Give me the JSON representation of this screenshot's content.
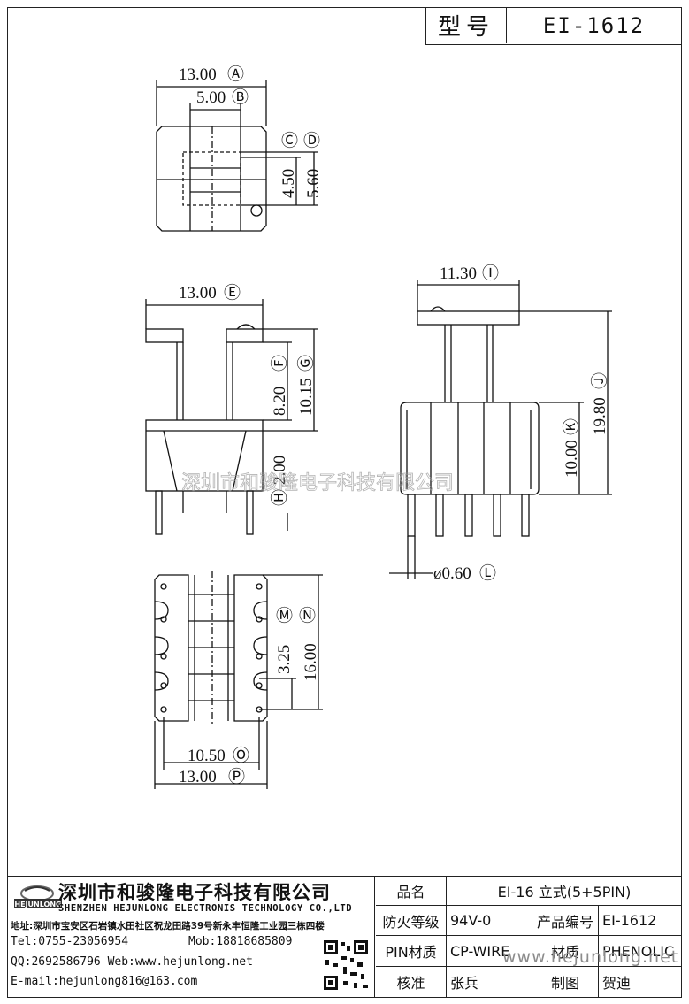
{
  "header": {
    "model_label": "型号",
    "model_value": "EI-1612"
  },
  "dimensions": {
    "A": "13.00",
    "A_mark": "Ⓐ",
    "B": "5.00",
    "B_mark": "Ⓑ",
    "C_mark": "Ⓒ",
    "D_mark": "Ⓓ",
    "C": "4.50",
    "D": "5.60",
    "E": "13.00",
    "E_mark": "Ⓔ",
    "F": "8.20",
    "F_mark": "Ⓕ",
    "G": "10.15",
    "G_mark": "Ⓖ",
    "H": "2.00",
    "H_mark": "Ⓗ",
    "I": "11.30",
    "I_mark": "Ⓘ",
    "J": "19.80",
    "J_mark": "Ⓙ",
    "K": "10.00",
    "K_mark": "Ⓚ",
    "L": "ø0.60",
    "L_mark": "Ⓛ",
    "M": "3.25",
    "M_mark": "Ⓜ",
    "N": "16.00",
    "N_mark": "Ⓝ",
    "O": "10.50",
    "O_mark": "Ⓞ",
    "P": "13.00",
    "P_mark": "Ⓟ"
  },
  "watermark": "深圳市和骏隆电子科技有限公司",
  "company": {
    "logo_text": "HEJUNLONG",
    "name_cn": "深圳市和骏隆电子科技有限公司",
    "name_en": "SHENZHEN HEJUNLONG ELECTRONIS TECHNOLOGY CO.,LTD",
    "address": "地址:深圳市宝安区石岩镇水田社区祝龙田路39号新永丰恒隆工业园三栋四楼",
    "tel": "Tel:0755-23056954",
    "mob": "Mob:18818685809",
    "qq_web": "QQ:2692586796 Web:www.hejunlong.net",
    "email": "E-mail:hejunlong816@163.com"
  },
  "title_block": {
    "product_name_label": "品名",
    "product_name": "EI-16 立式(5+5PIN)",
    "fire_label": "防火等级",
    "fire_value": "94V-0",
    "code_label": "产品编号",
    "code_value": "EI-1612",
    "pin_label": "PIN材质",
    "pin_value": "CP-WIRE",
    "material_label": "材质",
    "material_value": "PHENOLIC",
    "check_label": "核准",
    "check_value": "张兵",
    "draw_label": "制图",
    "draw_value": "贺迪"
  },
  "url_watermark": "www.hejunlong.net",
  "colors": {
    "line": "#111111",
    "watermark": "#9a9a9a"
  }
}
